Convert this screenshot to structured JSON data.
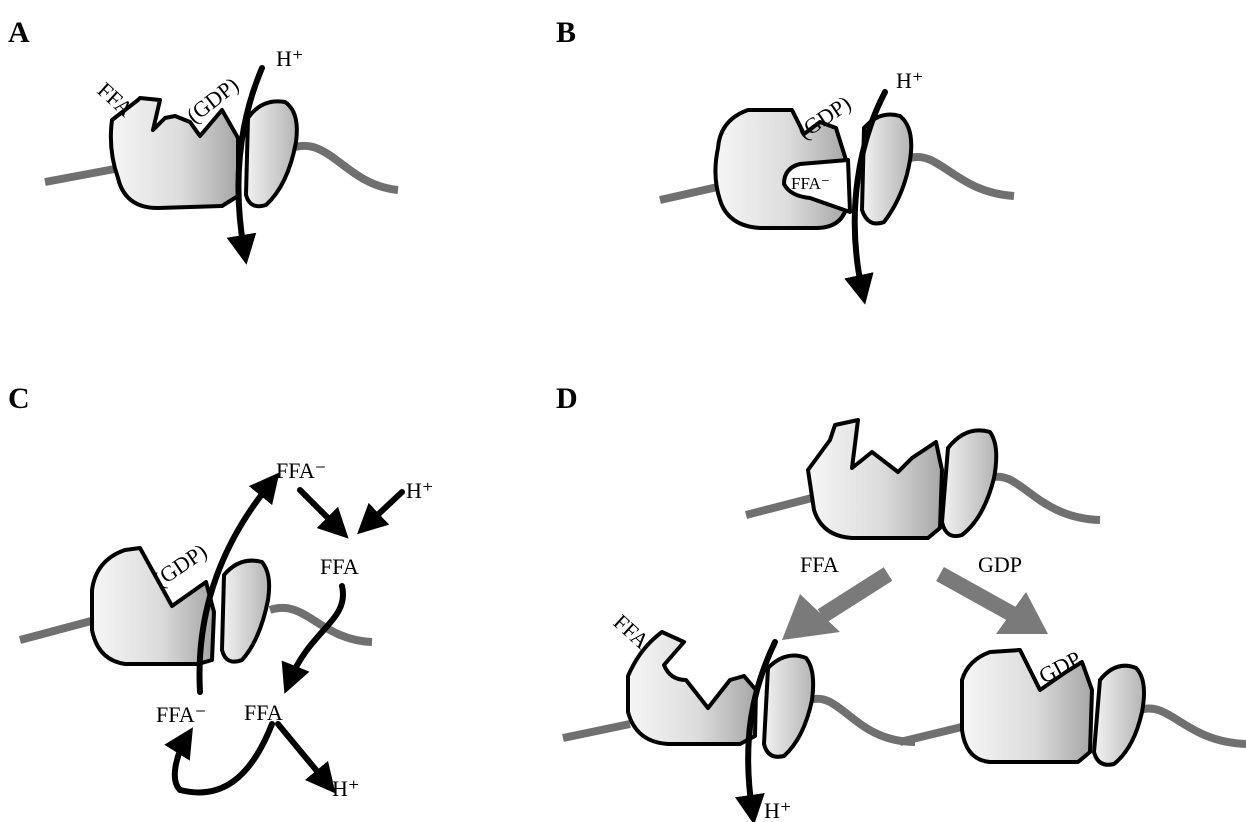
{
  "panels": {
    "a": {
      "letter": "A",
      "ffa": "FFA",
      "gdp": "(GDP)",
      "h": "H⁺"
    },
    "b": {
      "letter": "B",
      "gdp": "(GDP)",
      "h": "H⁺",
      "ffa_anion": "FFA⁻"
    },
    "c": {
      "letter": "C",
      "gdp": "(GDP)",
      "ffa_anion_top": "FFA⁻",
      "h_top": "H⁺",
      "ffa_mid": "FFA",
      "ffa_low": "FFA",
      "ffa_anion_low": "FFA⁻",
      "h_low": "H⁺"
    },
    "d": {
      "letter": "D",
      "ffa_arrow": "FFA",
      "gdp_arrow": "GDP",
      "ffa_bound": "FFA",
      "gdp_bound": "GDP",
      "h": "H⁺"
    }
  },
  "colors": {
    "membrane": "#707070",
    "protein_light": "#f4f4f4",
    "protein_dark": "#a8a8a8",
    "outline": "#000000",
    "wide_arrow": "#7a7a7a"
  }
}
